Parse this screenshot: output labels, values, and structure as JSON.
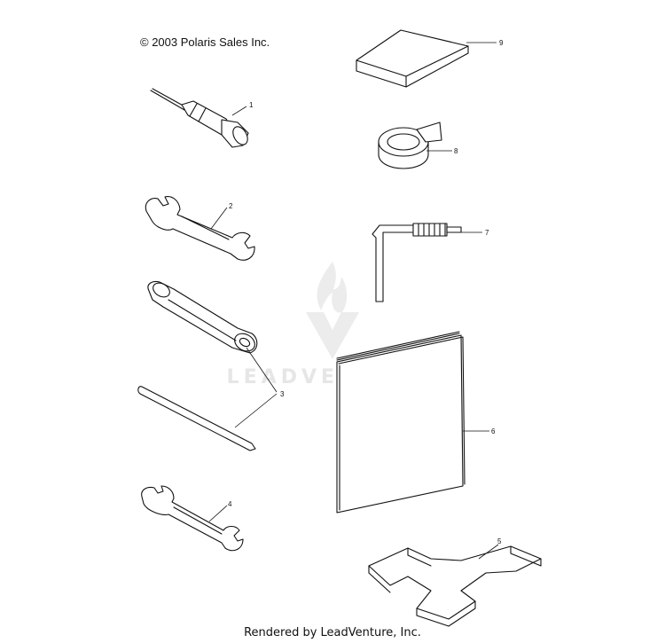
{
  "header": {
    "copyright": "© 2003 Polaris Sales Inc."
  },
  "footer": {
    "rendered_by": "Rendered by LeadVenture, Inc."
  },
  "watermark": {
    "text": "LEADVENTURE"
  },
  "callouts": {
    "c1": "1",
    "c2": "2",
    "c3": "3",
    "c4": "4",
    "c5": "5",
    "c6": "6",
    "c7": "7",
    "c8": "8",
    "c9": "9"
  }
}
